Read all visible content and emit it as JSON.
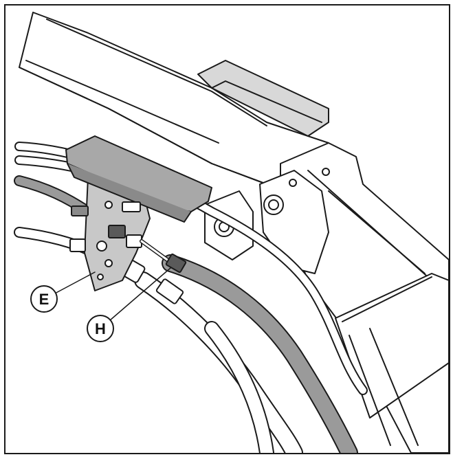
{
  "illustration": {
    "callouts": [
      {
        "id": "E",
        "label": "E"
      },
      {
        "id": "H",
        "label": "H"
      }
    ],
    "colors": {
      "line": "#1a1a1a",
      "fill_light": "#ffffff",
      "fill_shade": "#c8c8c8",
      "fill_dark": "#8a8a8a",
      "hose_gray": "#9a9a9a"
    }
  }
}
